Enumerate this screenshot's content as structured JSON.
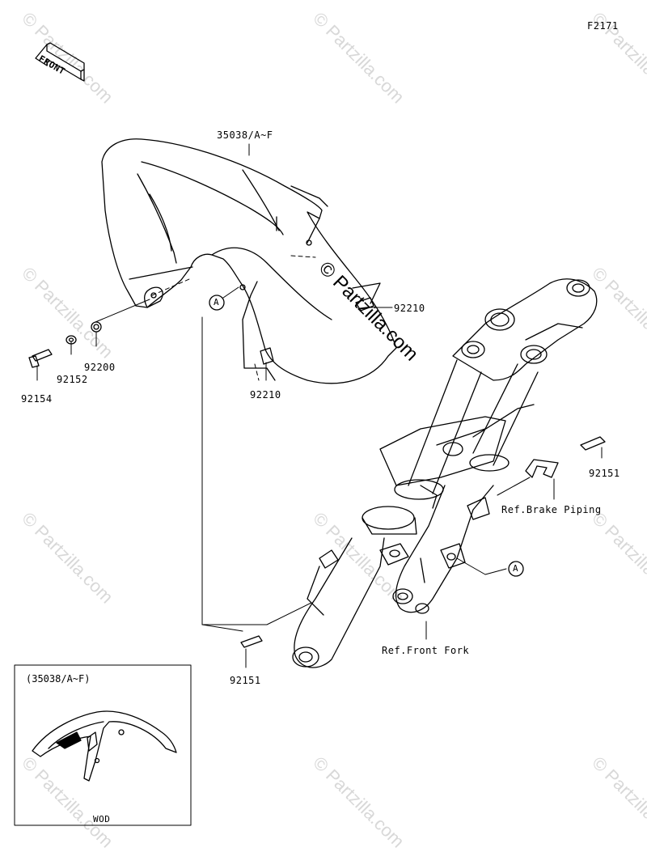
{
  "figure_code": "F2171",
  "front_label": "FRONT",
  "watermark": "© Partzilla.com",
  "watermark_main": "© Partzilla.com",
  "callouts": {
    "fender": "35038/A~F",
    "bolt_upper": "92210",
    "bolt_lower": "92210",
    "washer": "92200",
    "collar": "92152",
    "bolt_left": "92154",
    "bolt_right": "92151",
    "bolt_bottom": "92151",
    "ref_brake": "Ref.Brake Piping",
    "ref_fork": "Ref.Front Fork",
    "marker_a": "A",
    "marker_a2": "A"
  },
  "inset": {
    "title": "(35038/A~F)",
    "caption": "WOD"
  }
}
